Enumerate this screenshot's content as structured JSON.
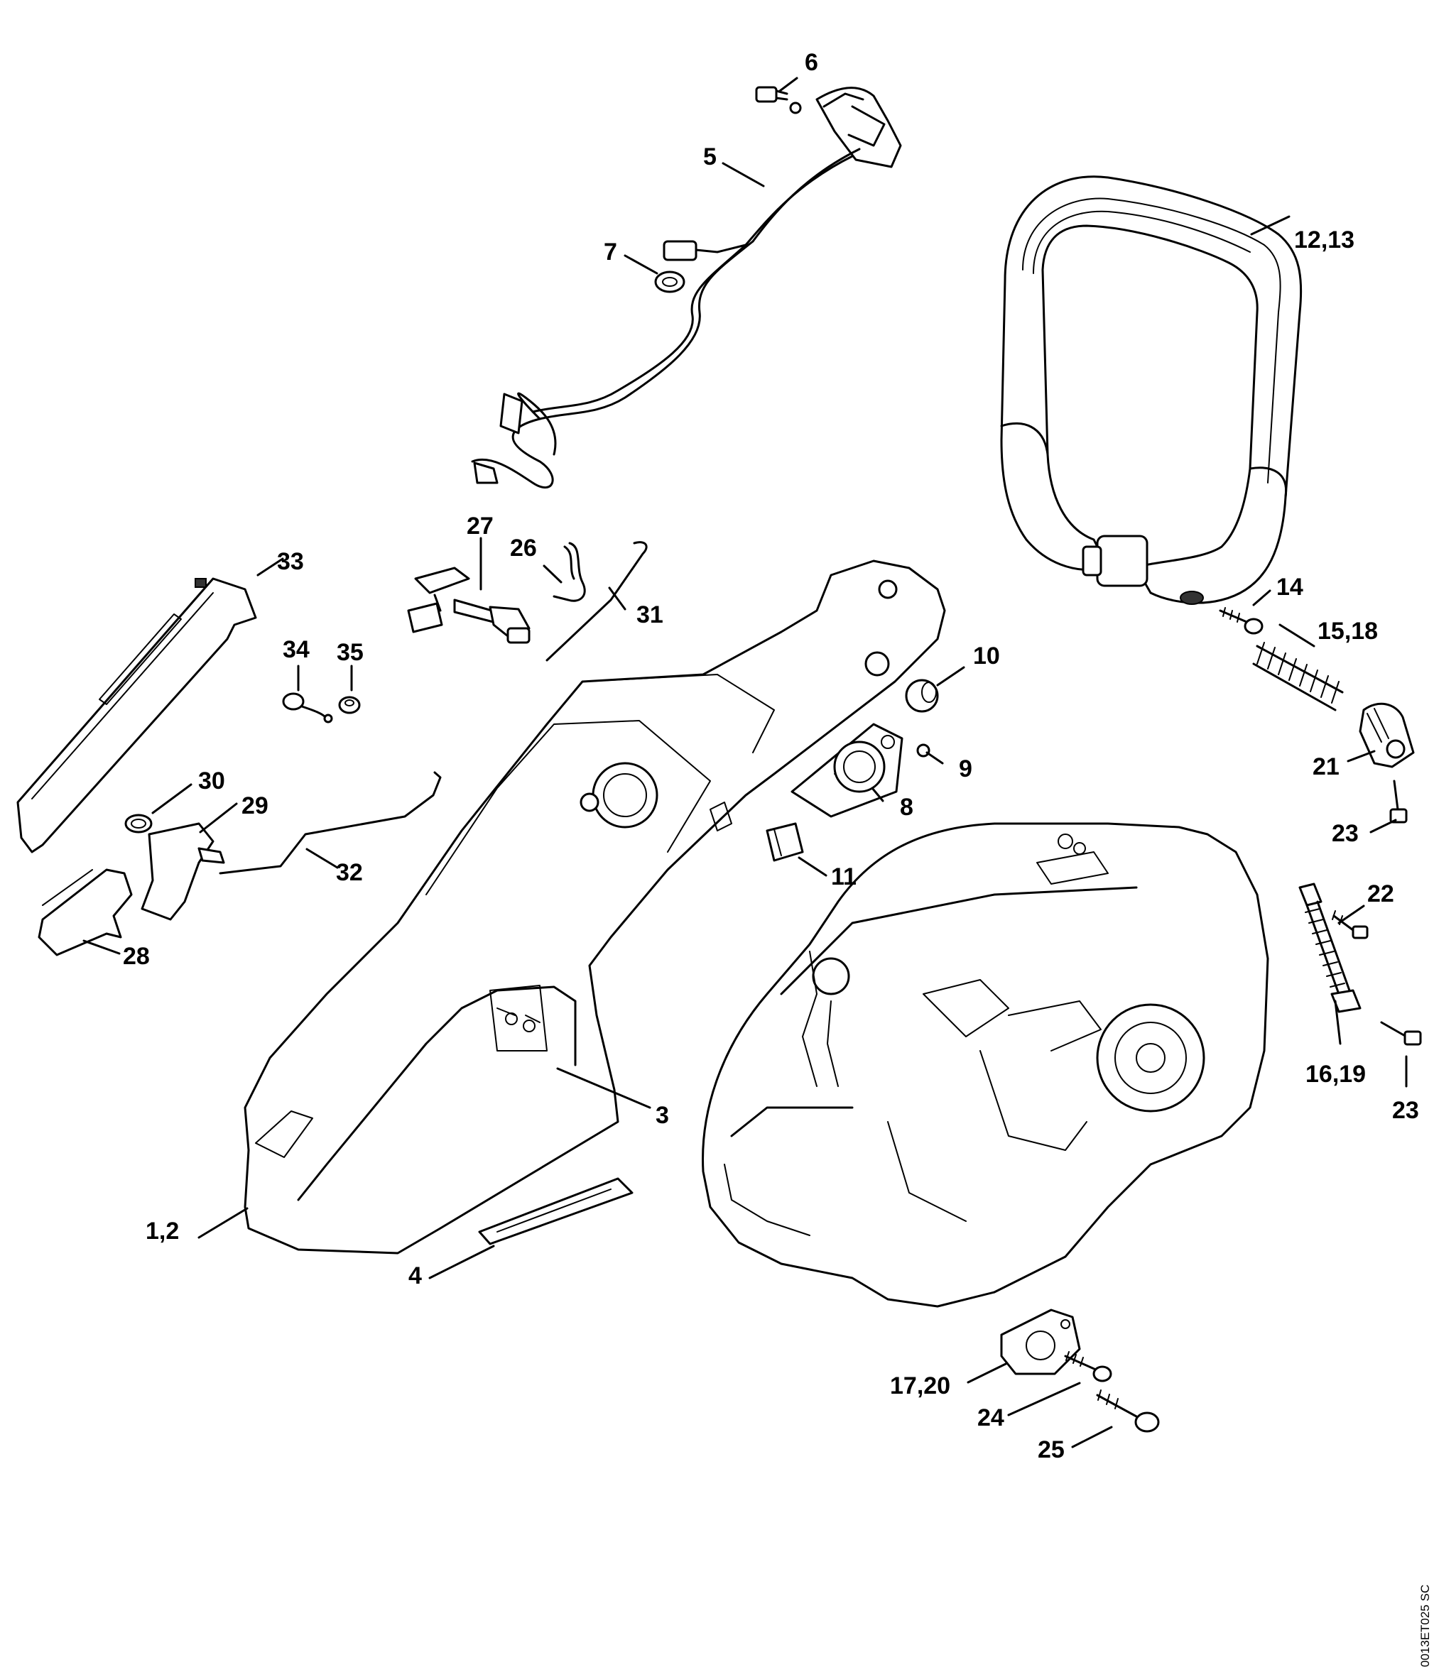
{
  "diagram": {
    "drawing_code": "0013ET025 SC",
    "callouts": [
      {
        "id": "c6",
        "label": "6"
      },
      {
        "id": "c5",
        "label": "5"
      },
      {
        "id": "c7",
        "label": "7"
      },
      {
        "id": "c12_13",
        "label": "12,13"
      },
      {
        "id": "c27",
        "label": "27"
      },
      {
        "id": "c26",
        "label": "26"
      },
      {
        "id": "c31",
        "label": "31"
      },
      {
        "id": "c33",
        "label": "33"
      },
      {
        "id": "c34",
        "label": "34"
      },
      {
        "id": "c35",
        "label": "35"
      },
      {
        "id": "c10",
        "label": "10"
      },
      {
        "id": "c14",
        "label": "14"
      },
      {
        "id": "c15_18",
        "label": "15,18"
      },
      {
        "id": "c9",
        "label": "9"
      },
      {
        "id": "c8",
        "label": "8"
      },
      {
        "id": "c21",
        "label": "21"
      },
      {
        "id": "c30",
        "label": "30"
      },
      {
        "id": "c29",
        "label": "29"
      },
      {
        "id": "c23a",
        "label": "23"
      },
      {
        "id": "c11",
        "label": "11"
      },
      {
        "id": "c32",
        "label": "32"
      },
      {
        "id": "c22",
        "label": "22"
      },
      {
        "id": "c28",
        "label": "28"
      },
      {
        "id": "c16_19",
        "label": "16,19"
      },
      {
        "id": "c23b",
        "label": "23"
      },
      {
        "id": "c3",
        "label": "3"
      },
      {
        "id": "c1_2",
        "label": "1,2"
      },
      {
        "id": "c4",
        "label": "4"
      },
      {
        "id": "c17_20",
        "label": "17,20"
      },
      {
        "id": "c24",
        "label": "24"
      },
      {
        "id": "c25",
        "label": "25"
      }
    ]
  }
}
